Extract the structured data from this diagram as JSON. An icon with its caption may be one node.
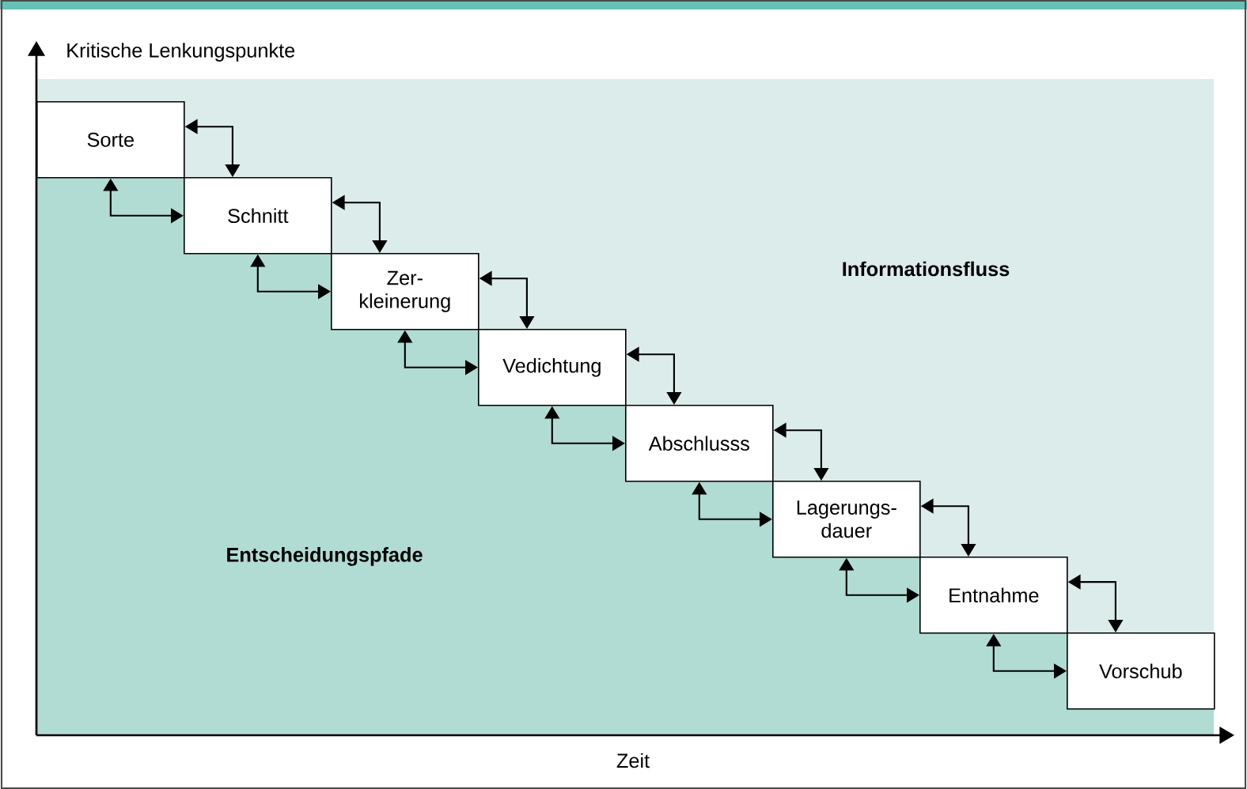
{
  "diagram": {
    "nodes": [
      {
        "text": [
          "Sorte"
        ]
      },
      {
        "text": [
          "Schnitt"
        ]
      },
      {
        "text": [
          "Zer- kleinerung"
        ]
      },
      {
        "text": [
          "Vedichtung"
        ]
      },
      {
        "text": [
          "Abschlusss"
        ]
      },
      {
        "text": [
          "Lagerungs- dauer"
        ]
      },
      {
        "text": [
          "Entnahme"
        ]
      },
      {
        "text": [
          "Vorschub"
        ]
      }
    ],
    "edges": [
      {
        "from": 0,
        "to": 1,
        "arrow": "both"
      },
      {
        "from": 0,
        "to": 1,
        "arrow": "both"
      },
      {
        "from": 1,
        "to": 2,
        "arrow": "both"
      },
      {
        "from": 1,
        "to": 2,
        "arrow": "both"
      },
      {
        "from": 2,
        "to": 3,
        "arrow": "both"
      },
      {
        "from": 2,
        "to": 3,
        "arrow": "both"
      },
      {
        "from": 3,
        "to": 4,
        "arrow": "both"
      },
      {
        "from": 3,
        "to": 4,
        "arrow": "both"
      },
      {
        "from": 4,
        "to": 5,
        "arrow": "both"
      },
      {
        "from": 4,
        "to": 5,
        "arrow": "both"
      },
      {
        "from": 5,
        "to": 6,
        "arrow": "both"
      },
      {
        "from": 5,
        "to": 6,
        "arrow": "both"
      },
      {
        "from": 6,
        "to": 7,
        "arrow": "both"
      },
      {
        "from": 6,
        "to": 7,
        "arrow": "both"
      }
    ],
    "labels": [
      "Kritische Lenkungspunkte",
      "Informationsfluss",
      "Entscheidungspfade",
      "Zeit"
    ]
  }
}
